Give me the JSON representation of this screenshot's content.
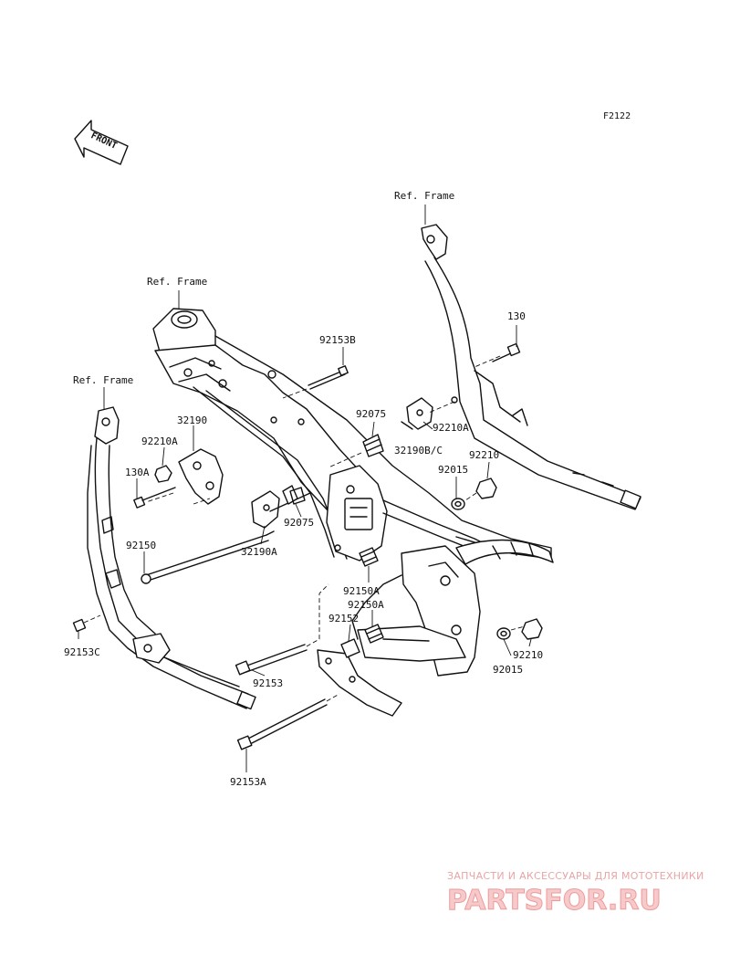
{
  "diagram_code": "F2122",
  "front_arrow_text": "FRONT",
  "labels": {
    "ref_frame_right": "Ref. Frame",
    "ref_frame_center": "Ref. Frame",
    "ref_frame_left": "Ref. Frame",
    "p130": "130",
    "p92153B": "92153B",
    "p92075_top": "92075",
    "p32190": "32190",
    "p92210A_left": "92210A",
    "p130A": "130A",
    "p92210A_right": "92210A",
    "p32190BC": "32190B/C",
    "p92210_top": "92210",
    "p92015_top": "92015",
    "p92075_mid": "92075",
    "p32190A": "32190A",
    "p92150": "92150",
    "p92150A_1": "92150A",
    "p92150A_2": "92150A",
    "p92152": "92152",
    "p92153C": "92153C",
    "p92153": "92153",
    "p92210_bottom": "92210",
    "p92015_bottom": "92015",
    "p92153A": "92153A"
  },
  "watermark": {
    "tagline": "ЗАПЧАСТИ И АКСЕССУАРЫ ДЛЯ МОТОТЕХНИКИ",
    "logo": "PARTSFOR.RU"
  }
}
